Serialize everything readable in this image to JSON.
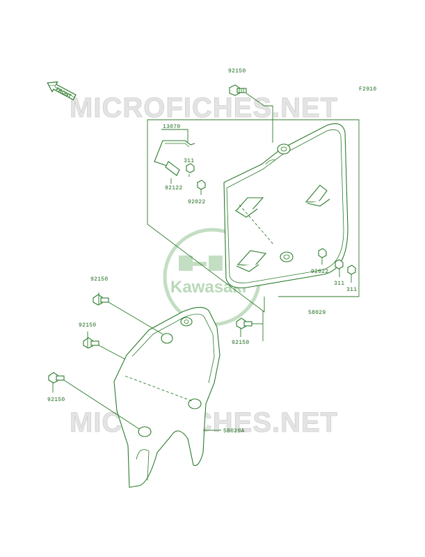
{
  "figure_code": "F2910",
  "front_marker": "FRONT",
  "watermark": "MICROFICHES.NET",
  "logo_text": "Kawasaki",
  "part_labels": {
    "p92150_top": "92150",
    "p13070": "13070",
    "p311_a": "311",
    "p92122": "92122",
    "p92022_a": "92022",
    "p92022_b": "92022",
    "p311_b": "311",
    "p311_c": "311",
    "p58029": "58029",
    "p92150_mid": "92150",
    "p92150_left1": "92150",
    "p92150_left2": "92150",
    "p92150_left3": "92150",
    "p58029A": "58029A"
  },
  "colors": {
    "line": "#2a7a2a",
    "label": "#1e6a1e",
    "watermark": "#e4e4e4",
    "logo": "#b9d9b9"
  }
}
